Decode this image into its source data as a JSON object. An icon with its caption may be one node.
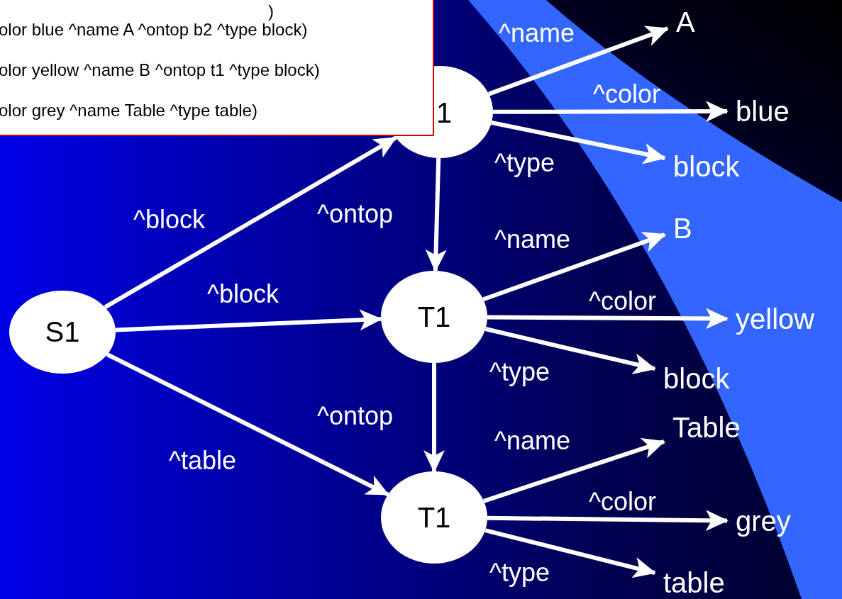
{
  "diagram": {
    "nodes": [
      {
        "text": [
          ")",
          "olor blue ^name A ^ontop b2 ^type block)",
          "olor yellow ^name B ^ontop t1 ^type block)",
          "olor grey ^name Table ^type table)"
        ]
      },
      {
        "text": [
          "1"
        ]
      },
      {
        "text": [
          "T1"
        ]
      },
      {
        "text": [
          "T1"
        ]
      },
      {
        "text": [
          "S1"
        ]
      },
      {
        "text": [
          "A"
        ]
      },
      {
        "text": [
          "blue"
        ]
      },
      {
        "text": [
          "block"
        ]
      },
      {
        "text": [
          "B"
        ]
      },
      {
        "text": [
          "yellow"
        ]
      },
      {
        "text": [
          "block"
        ]
      },
      {
        "text": [
          "Table"
        ]
      },
      {
        "text": [
          "grey"
        ]
      },
      {
        "text": [
          "table"
        ]
      }
    ],
    "edges": [
      {
        "from": 4,
        "to": 1,
        "arrow": "to",
        "label": "^block"
      },
      {
        "from": 4,
        "to": 2,
        "arrow": "to",
        "label": "^block"
      },
      {
        "from": 4,
        "to": 3,
        "arrow": "to",
        "label": "^table"
      },
      {
        "from": 1,
        "to": 2,
        "arrow": "to",
        "label": "^ontop"
      },
      {
        "from": 2,
        "to": 3,
        "arrow": "to",
        "label": "^ontop"
      },
      {
        "from": 1,
        "to": 5,
        "arrow": "to",
        "label": "^name"
      },
      {
        "from": 1,
        "to": 6,
        "arrow": "to",
        "label": "^color"
      },
      {
        "from": 1,
        "to": 7,
        "arrow": "to",
        "label": "^type"
      },
      {
        "from": 2,
        "to": 8,
        "arrow": "to",
        "label": "^name"
      },
      {
        "from": 2,
        "to": 9,
        "arrow": "to",
        "label": "^color"
      },
      {
        "from": 2,
        "to": 10,
        "arrow": "to",
        "label": "^type"
      },
      {
        "from": 3,
        "to": 11,
        "arrow": "to",
        "label": "^name"
      },
      {
        "from": 3,
        "to": 12,
        "arrow": "to",
        "label": "^color"
      },
      {
        "from": 3,
        "to": 13,
        "arrow": "to",
        "label": "^type"
      }
    ]
  }
}
